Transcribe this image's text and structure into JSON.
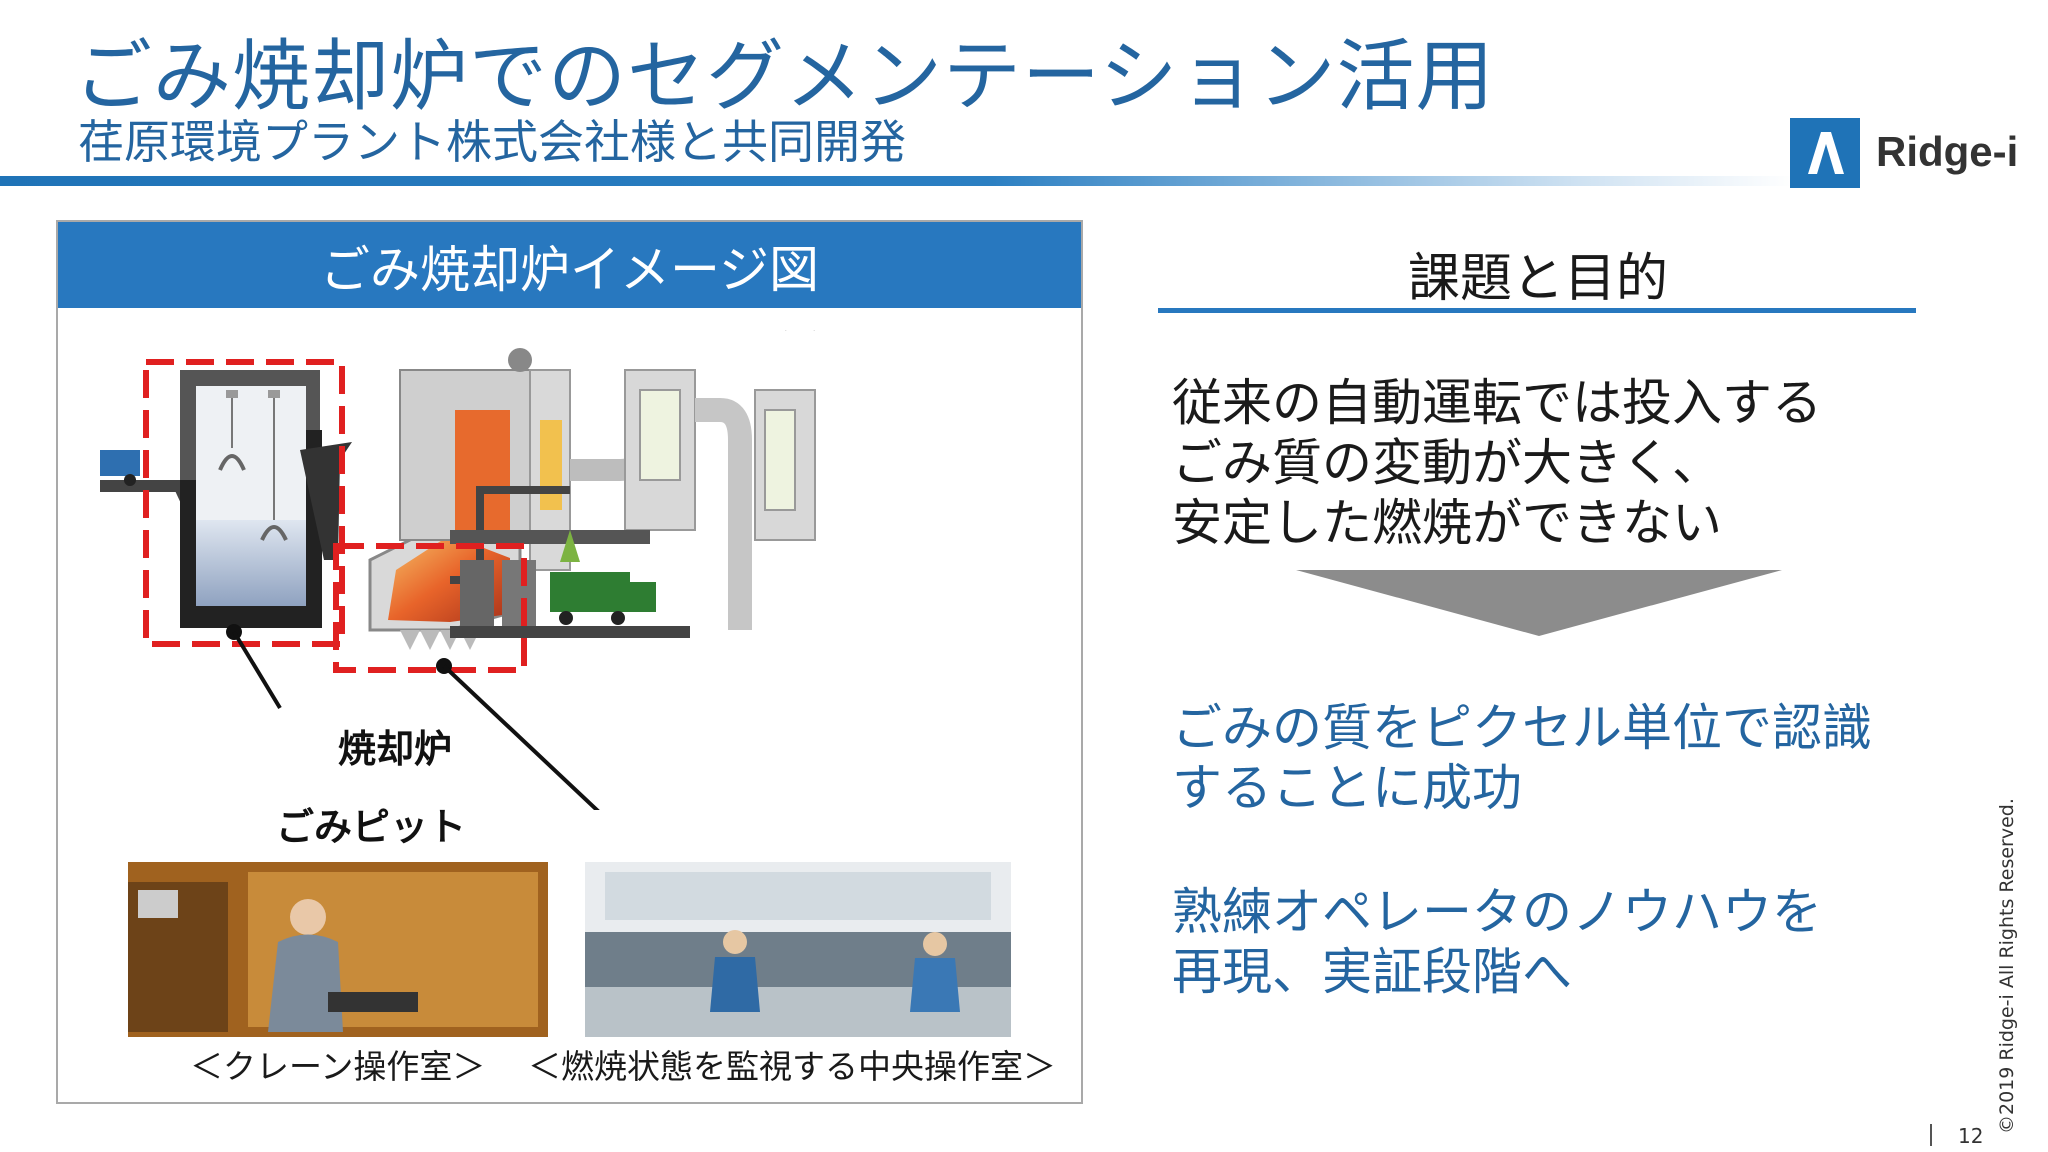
{
  "header": {
    "title": "ごみ焼却炉でのセグメンテーション活用",
    "subtitle": "荏原環境プラント株式会社様と共同開発",
    "logo_text": "Ridge-i"
  },
  "left_panel": {
    "title": "ごみ焼却炉イメージ図",
    "label_incinerator": "焼却炉",
    "label_pit": "ごみピット",
    "caption_crane": "＜クレーン操作室＞",
    "caption_control": "＜燃焼状態を監視する中央操作室＞"
  },
  "right_panel": {
    "heading": "課題と目的",
    "problem_lines": [
      "従来の自動運転では投入する",
      "ごみ質の変動が大きく、",
      "安定した燃焼ができない"
    ],
    "result_lines": [
      "ごみの質をピクセル単位で認識",
      "することに成功",
      "熟練オペレータのノウハウを",
      "再現、実証段階へ"
    ]
  },
  "footer": {
    "copyright": "©2019 Ridge-i All Rights Reserved.",
    "page_number": "12"
  },
  "colors": {
    "brand_blue": "#2878bf",
    "text_blue": "#2465a0",
    "highlight_red": "#e02020"
  },
  "icons": [
    "ridge-i-logo-icon",
    "garbage-truck-icon",
    "crane-grab-icon",
    "down-arrow-icon"
  ]
}
